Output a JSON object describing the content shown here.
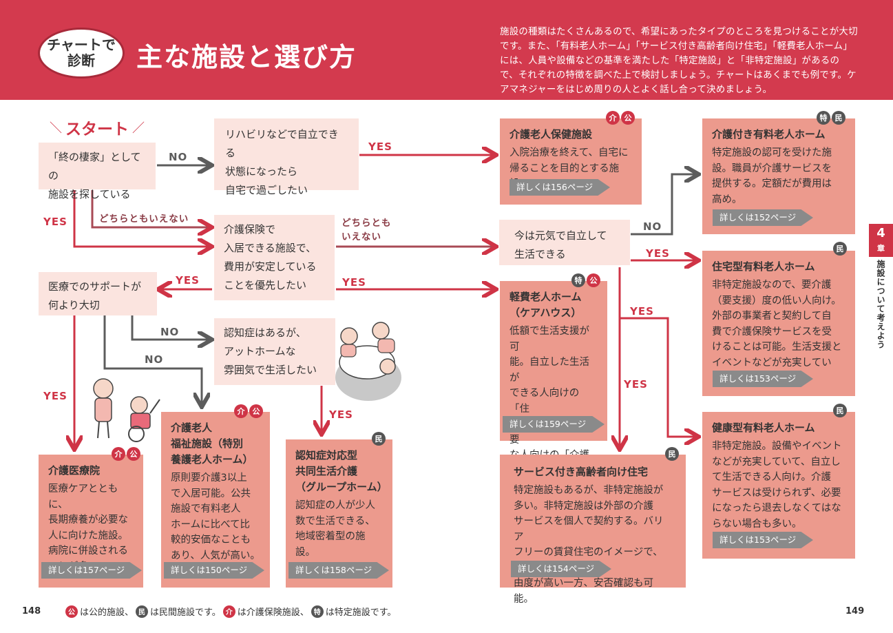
{
  "header": {
    "badge": "チャートで\n診断",
    "title": "主な施設と選び方",
    "intro": "施設の種類はたくさんあるので、希望にあったタイプのところを見つけることが大切です。また、「有料老人ホーム」「サービス付き高齢者向け住宅」「軽費老人ホーム」には、人員や設備などの基準を満たした「特定施設」と「非特定施設」があるので、それぞれの特徴を調べた上で検討しましょう。チャートはあくまでも例です。ケアマネジャーをはじめ周りの人とよく話し合って決めましょう。"
  },
  "start": "スタート",
  "start_deco_left": "＼",
  "start_deco_right": "／",
  "questions": {
    "q1": "「終の棲家」としての\n施設を探している",
    "q2": "リハビリなどで自立できる\n状態になったら\n自宅で過ごしたい",
    "q3": "介護保険で\n入居できる施設で、\n費用が安定している\nことを優先したい",
    "q4": "医療でのサポートが\n何より大切",
    "q5": "認知症はあるが、\nアットホームな\n雰囲気で生活したい",
    "q6": "今は元気で自立して\n生活できる"
  },
  "labels": {
    "no": "NO",
    "yes": "YES",
    "neither1": "どちらともいえない",
    "neither2": "どちらとも\nいえない"
  },
  "tags": {
    "ko": "公",
    "min": "民",
    "kai": "介",
    "toku": "特"
  },
  "results": {
    "rouken": {
      "title": "介護老人保健施設",
      "desc": "入院治療を終えて、自宅に\n帰ることを目的とする施設。",
      "ref": "詳しくは156ページ"
    },
    "kaigo_yuryo": {
      "title": "介護付き有料老人ホーム",
      "desc": "特定施設の認可を受けた施\n設。職員が介護サービスを\n提供する。定額だが費用は\n高め。",
      "ref": "詳しくは152ページ"
    },
    "jutaku_yuryo": {
      "title": "住宅型有料老人ホーム",
      "desc": "非特定施設なので、要介護\n（要支援）度の低い人向け。\n外部の事業者と契約して自\n費で介護保険サービスを受\nけることは可能。生活支援と\nイベントなどが充実している。",
      "ref": "詳しくは153ページ"
    },
    "kenko_yuryo": {
      "title": "健康型有料老人ホーム",
      "desc": "非特定施設。設備やイベント\nなどが充実していて、自立し\nて生活できる人向け。介護\nサービスは受けられず、必要\nになったら退去しなくてはな\nらない場合も多い。",
      "ref": "詳しくは153ページ"
    },
    "keihi": {
      "title": "軽費老人ホーム\n（ケアハウス）",
      "desc": "低額で生活支援が可\n能。自立した生活が\nできる人向けの「住\n宅型」と介護が必要\nな人向けの「介護型」\nがある。",
      "ref": "詳しくは159ページ"
    },
    "sakoju": {
      "title": "サービス付き高齢者向け住宅",
      "desc": "特定施設もあるが、非特定施設が\n多い。非特定施設は外部の介護\nサービスを個人で契約する。バリア\nフリーの賃貸住宅のイメージで、自\n由度が高い一方、安否確認も可能。",
      "ref": "詳しくは154ページ"
    },
    "iryoin": {
      "title": "介護医療院",
      "desc": "医療ケアとともに、\n長期療養が必要な\n人に向けた施設。\n病院に併設される\nことが多い。",
      "ref": "詳しくは157ページ"
    },
    "tokuyo": {
      "title": "介護老人\n福祉施設（特別\n養護老人ホーム）",
      "desc": "原則要介護3以上\nで入居可能。公共\n施設で有料老人\nホームに比べて比\n較的安価なことも\nあり、人気が高い。",
      "ref": "詳しくは150ページ"
    },
    "gh": {
      "title": "認知症対応型\n共同生活介護\n（グループホーム）",
      "desc": "認知症の人が少人\n数で生活できる、\n地域密着型の施\n設。",
      "ref": "詳しくは158ページ"
    }
  },
  "chapter": {
    "number": "4",
    "suffix": "章",
    "title": "施設について考えよう"
  },
  "footer": {
    "ko_text": "は公的施設、",
    "min_text": "は民間施設です。",
    "kai_text": "は介護保険施設、",
    "toku_text": "は特定施設です。"
  },
  "page_left": "148",
  "page_right": "149",
  "colors": {
    "header": "#d33a4e",
    "accent": "#cf3446",
    "question_bg": "#fbe4df",
    "result_bg": "#ec9a8d",
    "neutral": "#5c5c5c"
  }
}
